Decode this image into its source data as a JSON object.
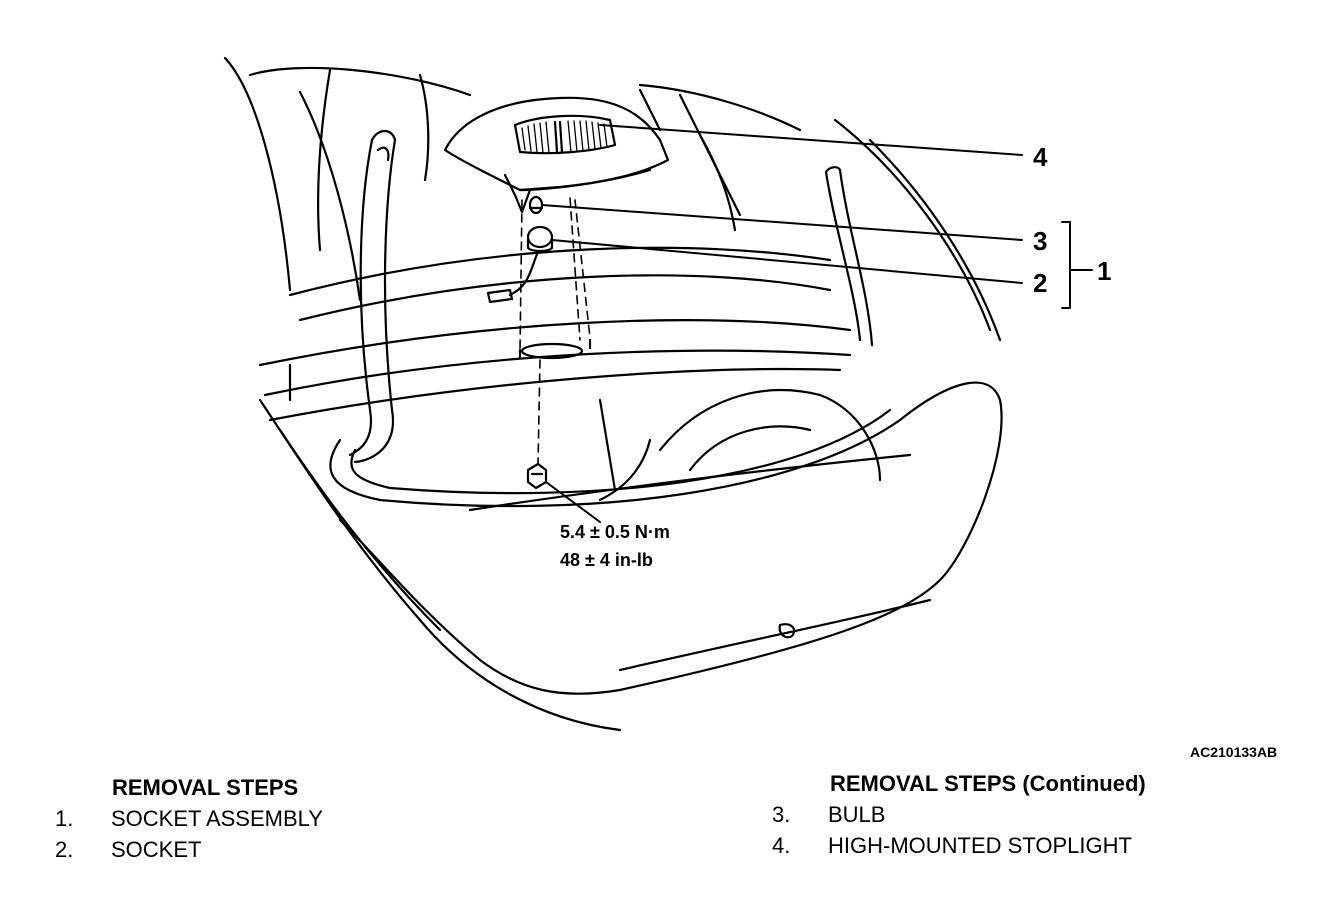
{
  "callouts": {
    "c1": "1",
    "c2": "2",
    "c3": "3",
    "c4": "4"
  },
  "torque": {
    "metric": "5.4 ± 0.5 N·m",
    "imperial": "48 ± 4 in-lb"
  },
  "figure_id": "AC210133AB",
  "removal_steps": {
    "title": "REMOVAL STEPS",
    "items": [
      {
        "num": "1.",
        "label": "SOCKET ASSEMBLY"
      },
      {
        "num": "2.",
        "label": "SOCKET"
      }
    ]
  },
  "removal_steps_continued": {
    "title": "REMOVAL STEPS (Continued)",
    "items": [
      {
        "num": "3.",
        "label": "BULB"
      },
      {
        "num": "4.",
        "label": "HIGH-MOUNTED STOPLIGHT"
      }
    ]
  }
}
